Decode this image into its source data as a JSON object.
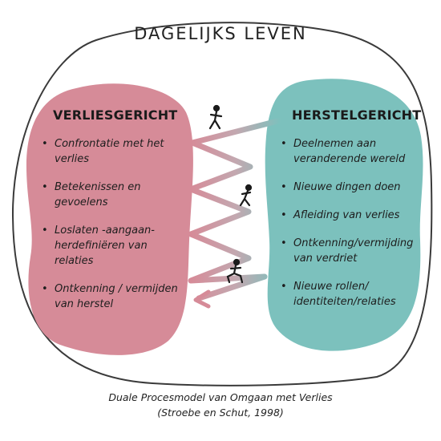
{
  "title": "DAGELIJKS LEVEN",
  "colors": {
    "loss": "#d68b98",
    "restoration": "#7cc1bd",
    "frame": "#3a3a3a"
  },
  "loss_orientation": {
    "heading": "VERLIESGERICHT",
    "items": [
      "Confrontatie met het verlies",
      "Betekenissen en gevoelens",
      "Loslaten -aangaan-herdefiniëren van relaties",
      "Ontkenning / vermijden van herstel"
    ]
  },
  "restoration_orientation": {
    "heading": "HERSTELGERICHT",
    "items": [
      "Deelnemen aan veranderende wereld",
      "Nieuwe dingen doen",
      "Afleiding van verlies",
      "Ontkenning/vermijding van verdriet",
      "Nieuwe rollen/ identiteiten/relaties"
    ]
  },
  "oscillation_figures": [
    "walking-figure-icon",
    "climbing-figure-icon",
    "crouching-figure-icon"
  ],
  "caption": {
    "line1": "Duale Procesmodel van Omgaan met Verlies",
    "line2": "(Stroebe en Schut, 1998)"
  }
}
